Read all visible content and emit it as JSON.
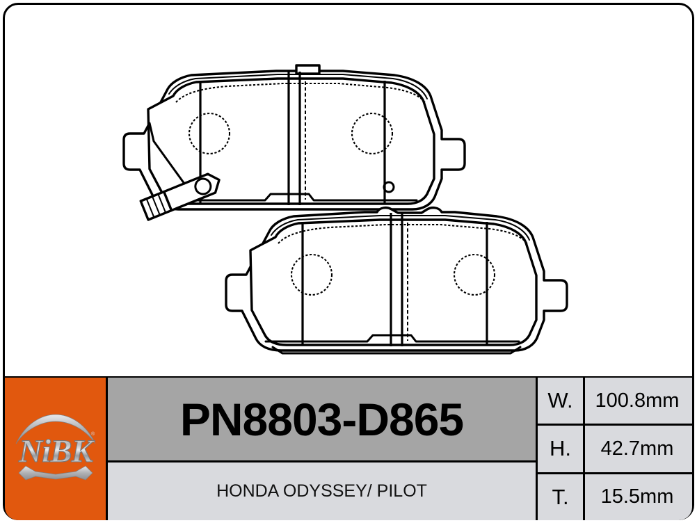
{
  "part": {
    "number": "PN8803-D865",
    "vehicle": "HONDA ODYSSEY/ PILOT"
  },
  "brand": {
    "name": "NiBK",
    "panel_color": "#e1580e",
    "wordmark_color": "#c9cacc"
  },
  "specs": {
    "rows": [
      {
        "key": "W.",
        "value": "100.8mm"
      },
      {
        "key": "H.",
        "value": "42.7mm"
      },
      {
        "key": "T.",
        "value": "15.5mm"
      }
    ]
  },
  "drawing": {
    "title": "disc brake pad technical outline",
    "line_color": "#000000",
    "fill_color": "#ffffff",
    "pads": [
      {
        "name": "upper-pad-with-wear-sensor",
        "has_wear_sensor": true,
        "backplate_ears": 2,
        "friction_holes": 2,
        "top_tab": "single-center-tab"
      },
      {
        "name": "lower-pad-plain",
        "has_wear_sensor": false,
        "backplate_ears": 2,
        "friction_holes": 2,
        "top_tab": "two-bumps"
      }
    ]
  },
  "panel_colors": {
    "partno_bg": "#a5a5a5",
    "vehicle_bg": "#d9dade",
    "spec_bg": "#d9dade",
    "border": "#000000",
    "page_bg": "#ffffff"
  }
}
